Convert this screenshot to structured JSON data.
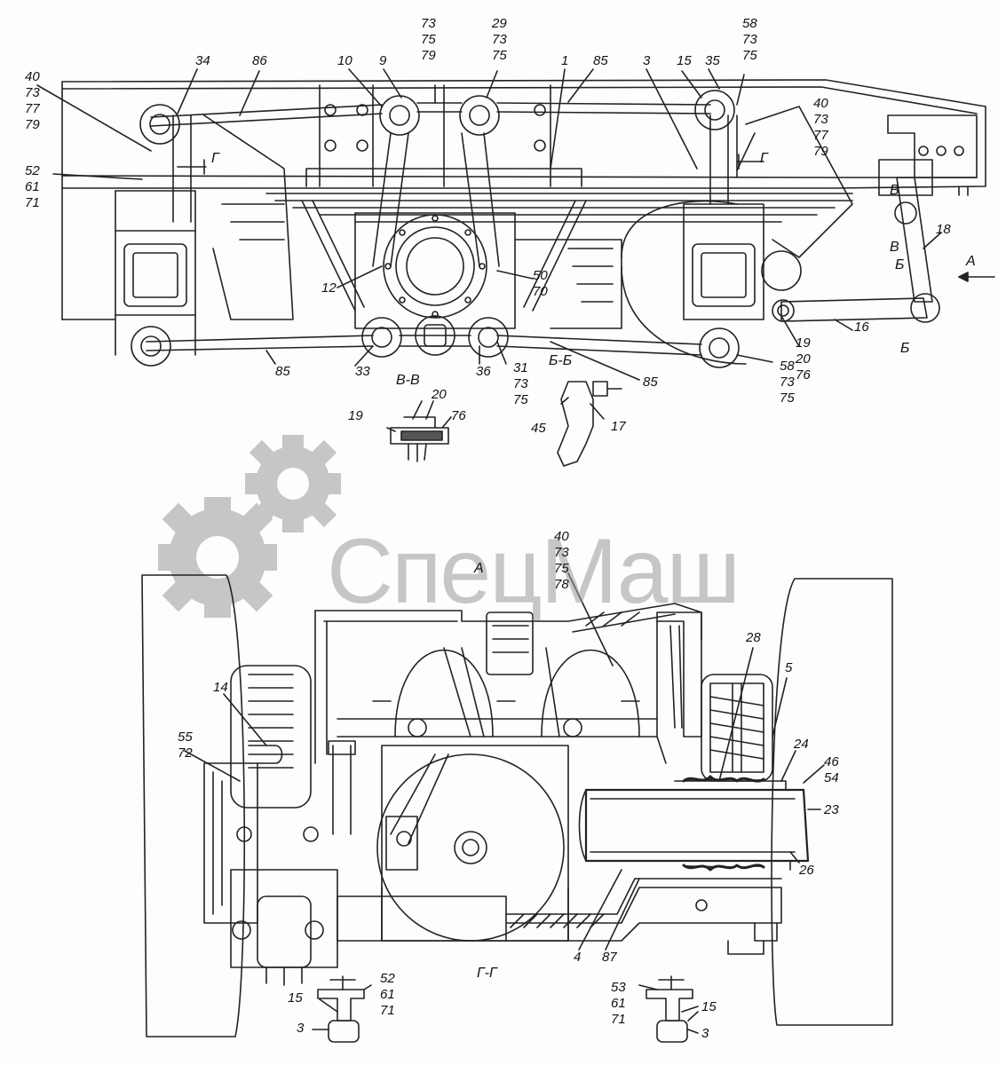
{
  "watermark": {
    "text": "СпецМаш",
    "color": "#8c8c8c"
  },
  "sections": {
    "vv": "В-В",
    "bb": "Б-Б",
    "gg": "Г-Г",
    "a_view": "А",
    "a_arrow": "А",
    "g_left": "Г",
    "g_right": "Г",
    "v_mark": "В",
    "v_mark2": "В",
    "b_mark": "Б",
    "b_mark2": "Б"
  },
  "callouts": {
    "c34": "34",
    "c86": "86",
    "c10": "10",
    "c9": "9",
    "c73_75_79": "73\n75\n79",
    "c29_73_75": "29\n73\n75",
    "c1": "1",
    "c85_top": "85",
    "c3_top": "3",
    "c15_top": "15",
    "c35": "35",
    "c58_73_75_top": "58\n73\n75",
    "c40_73_77_79_left": "40\n73\n77\n79",
    "c40_73_77_79_right": "40\n73\n77\n79",
    "c52_61_71_left": "52\n61\n71",
    "c18": "18",
    "c12": "12",
    "c50_70": "50\n70",
    "c19_20_76": "19\n20\n76",
    "c16": "16",
    "c85_left": "85",
    "c33": "33",
    "c36": "36",
    "c31_73_75": "31\n73\n75",
    "c85_mid": "85",
    "c58_73_75_bottom": "58\n73\n75",
    "c20": "20",
    "c19": "19",
    "c76": "76",
    "c45": "45",
    "c17": "17",
    "c40_73_75_78": "40\n73\n75\n78",
    "c14": "14",
    "c55_72": "55\n72",
    "c28": "28",
    "c5": "5",
    "c24": "24",
    "c46_54": "46\n54",
    "c23": "23",
    "c26": "26",
    "c4": "4",
    "c87": "87",
    "c52_61_71_bottom": "52\n61\n71",
    "c15_left": "15",
    "c3_left": "3",
    "c53_61_71": "53\n61\n71",
    "c15_right": "15",
    "c3_right": "3"
  }
}
